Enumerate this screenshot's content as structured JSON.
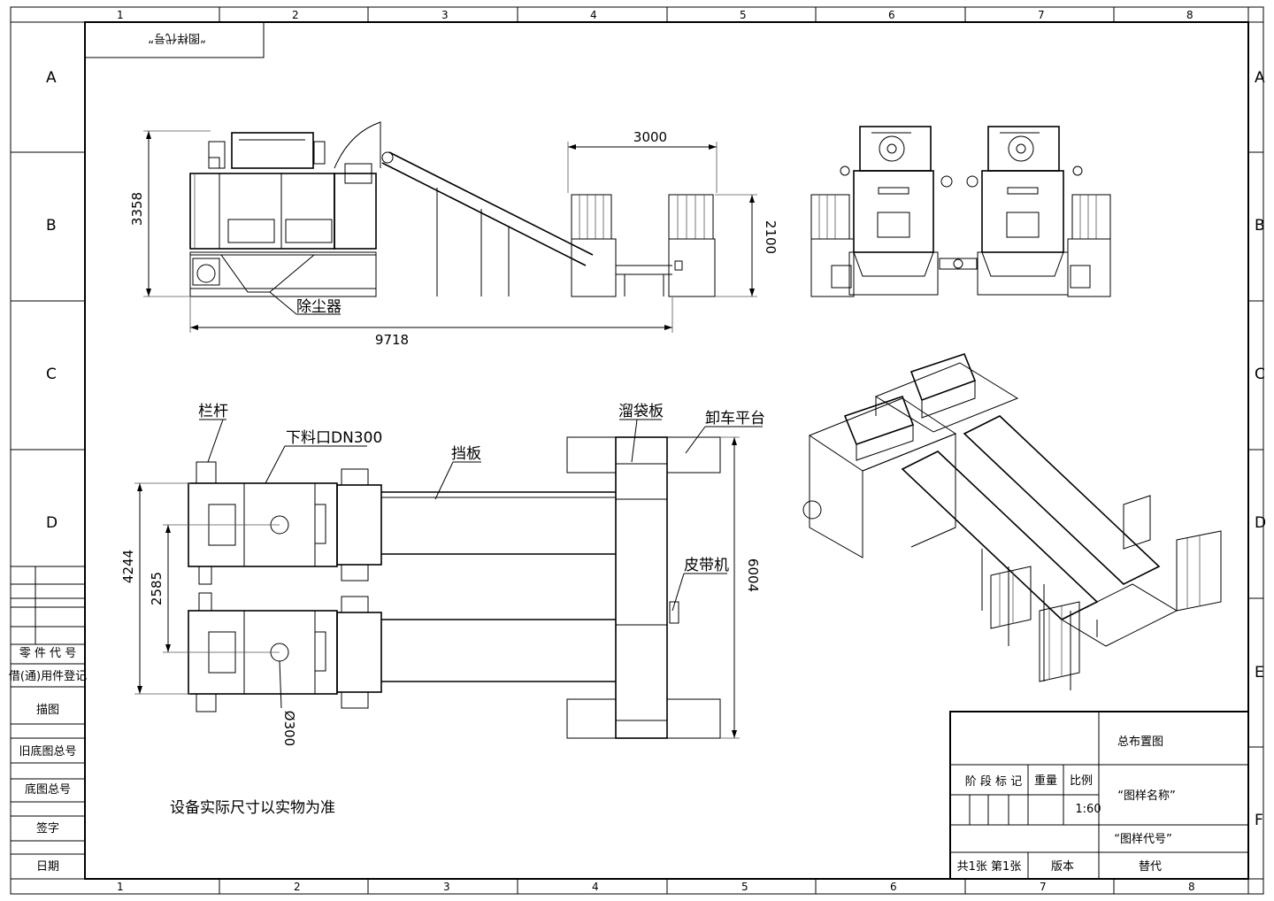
{
  "grid": {
    "columns": [
      "1",
      "2",
      "3",
      "4",
      "5",
      "6",
      "7",
      "8"
    ],
    "rows": [
      "A",
      "B",
      "C",
      "D",
      "E",
      "F"
    ]
  },
  "corner_code_label": "“图样代号”",
  "note": "设备实际尺寸以实物为准",
  "dimensions": {
    "height_total": "3358",
    "length_total": "9718",
    "platform_width": "3000",
    "platform_height": "2100",
    "plan_width": "4244",
    "plan_spacing": "2585",
    "plan_length": "6004",
    "outlet_diameter": "Ø300"
  },
  "callouts": {
    "dust_collector": "除尘器",
    "railing": "栏杆",
    "outlet": "下料口DN300",
    "baffle": "挡板",
    "slide_plate": "溜袋板",
    "unloading_platform": "卸车平台",
    "belt_conveyor": "皮带机"
  },
  "left_table": [
    "零 件 代 号",
    "借(通)用件登记",
    "描图",
    "旧底图总号",
    "底图总号",
    "签字",
    "日期"
  ],
  "title_block": {
    "drawing_title": "总布置图",
    "stage_mark": "阶 段 标 记",
    "weight": "重量",
    "scale_label": "比例",
    "scale_value": "1:60",
    "drawing_name": "“图样名称”",
    "drawing_code": "“图样代号”",
    "sheets": "共1张 第1张",
    "version": "版本",
    "replace": "替代"
  }
}
